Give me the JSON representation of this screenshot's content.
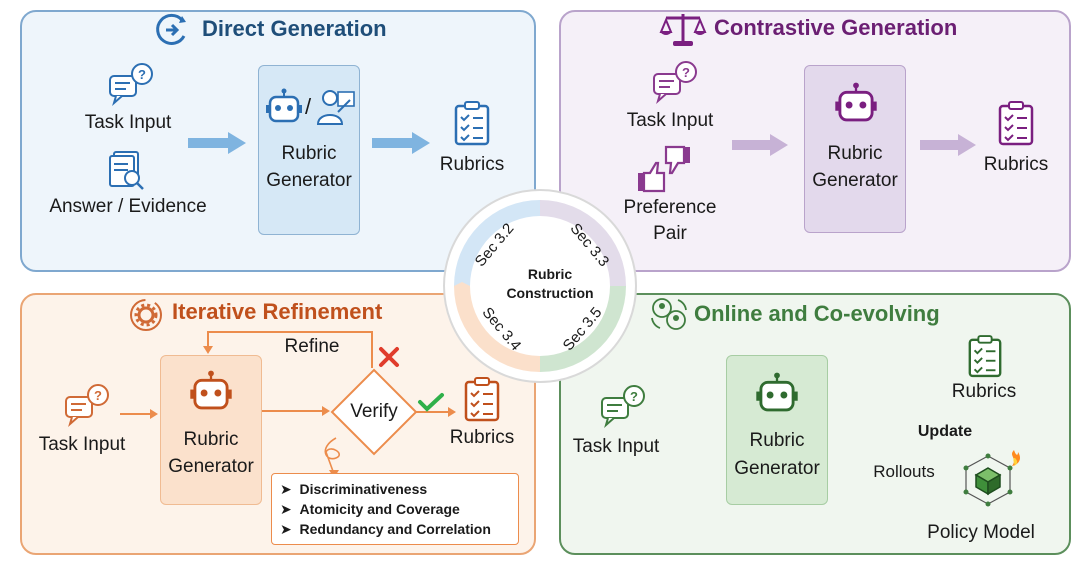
{
  "panels": {
    "direct": {
      "title": "Direct Generation",
      "task_input": "Task Input",
      "answer_evidence": "Answer / Evidence",
      "generator_line1": "Rubric",
      "generator_line2": "Generator",
      "slash": "/",
      "rubrics": "Rubrics"
    },
    "contrastive": {
      "title": "Contrastive Generation",
      "task_input": "Task Input",
      "preference_line1": "Preference",
      "preference_line2": "Pair",
      "generator_line1": "Rubric",
      "generator_line2": "Generator",
      "rubrics": "Rubrics"
    },
    "iterative": {
      "title": "Iterative Refinement",
      "task_input": "Task Input",
      "generator_line1": "Rubric",
      "generator_line2": "Generator",
      "refine": "Refine",
      "verify": "Verify",
      "rubrics": "Rubrics",
      "criteria": [
        "Discriminativeness",
        "Atomicity and Coverage",
        "Redundancy and Correlation"
      ]
    },
    "online": {
      "title": "Online and Co-evolving",
      "task_input": "Task Input",
      "generator_line1": "Rubric",
      "generator_line2": "Generator",
      "rubrics": "Rubrics",
      "update": "Update",
      "rollouts": "Rollouts",
      "policy_model": "Policy Model"
    }
  },
  "center": {
    "line1": "Rubric",
    "line2": "Construction",
    "sections": [
      "Sec 3.2",
      "Sec 3.3",
      "Sec 3.4",
      "Sec 3.5"
    ]
  },
  "colors": {
    "direct": "#1f4e79",
    "contrastive": "#6b1f73",
    "iterative": "#c0501c",
    "online": "#3f7d3f"
  }
}
